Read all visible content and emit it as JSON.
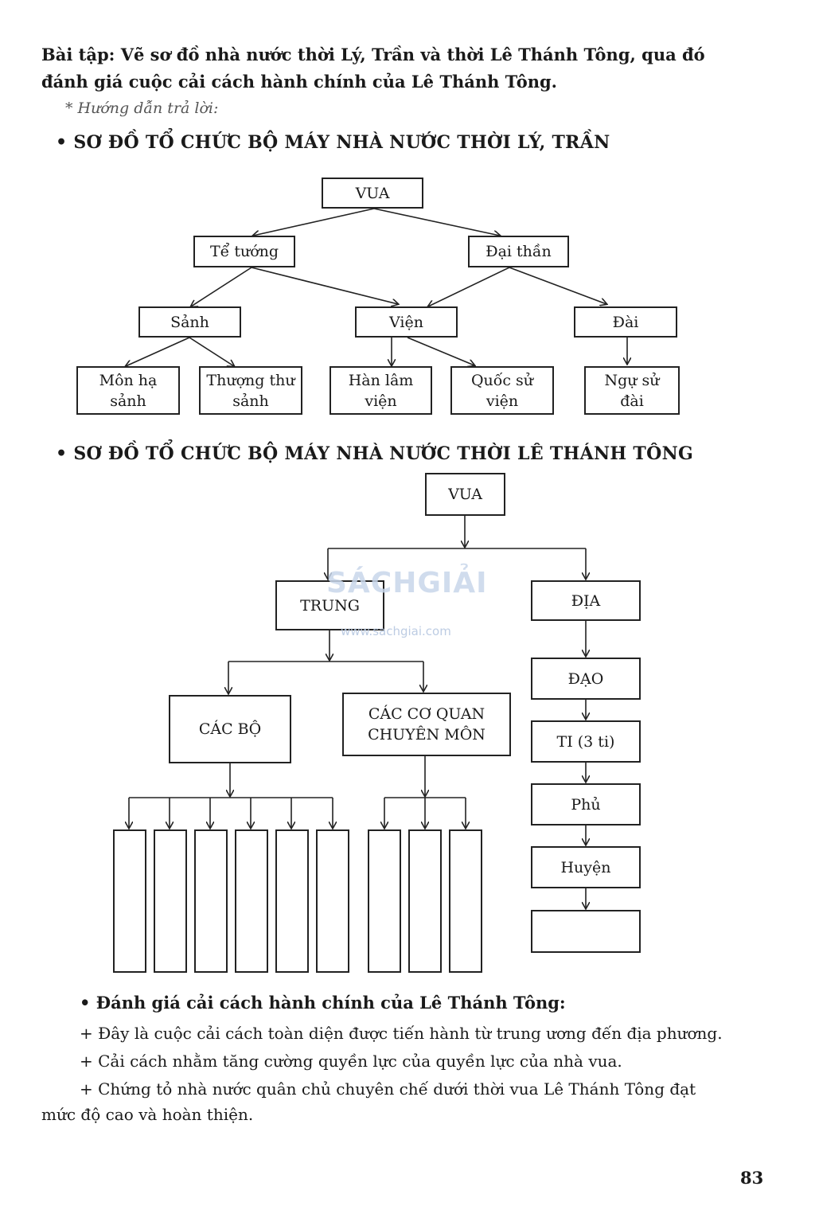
{
  "exercise": {
    "label": "Bài tập:",
    "line1": "Bài tập: Vẽ sơ đồ nhà nước thời  Lý, Trần và thời Lê Thánh Tông, qua đó",
    "line2": "đánh giá cuộc cải cách hành chính của Lê Thánh Tông.",
    "hint": "* Hướng dẫn trả lời:"
  },
  "diagram1": {
    "heading": "• SƠ ĐỒ TỔ CHỨC BỘ MÁY NHÀ NƯỚC THỜI LÝ, TRẦN",
    "vua": "VUA",
    "te_tuong": "Tể tướng",
    "dai_than": "Đại thần",
    "sanh": "Sảnh",
    "vien": "Viện",
    "dai": "Đài",
    "mon_ha_sanh": [
      "Môn hạ",
      "sảnh"
    ],
    "thuong_thu_sanh": [
      "Thượng thư",
      "sảnh"
    ],
    "han_lam_vien": [
      "Hàn lâm",
      "viện"
    ],
    "quoc_su_vien": [
      "Quốc sử",
      "viện"
    ],
    "ngu_su_dai": [
      "Ngự sử",
      "đài"
    ]
  },
  "diagram2": {
    "heading": "• SƠ ĐỒ TỔ CHỨC BỘ MÁY NHÀ NƯỚC THỜI LÊ THÁNH TÔNG",
    "vua": "VUA",
    "trung": "TRUNG",
    "dia": "ĐỊA",
    "dao": "ĐẠO",
    "ti": "TI (3 ti)",
    "phu": "Phủ",
    "huyen": "Huyện",
    "cac_bo": "CÁC BỘ",
    "co_quan": [
      "CÁC CƠ QUAN",
      "CHUYÊN MÔN"
    ]
  },
  "watermark": {
    "logo": "SÁCHGIẢI",
    "url": "www.sachgiai.com"
  },
  "evaluation": {
    "title": "• Đánh giá cải cách hành chính của Lê Thánh Tông:",
    "point1": "+ Đây là cuộc cải cách toàn diện được tiến hành từ trung ương đến địa phương.",
    "point2": "+ Cải cách nhằm tăng cường quyền lực của quyền lực của nhà vua.",
    "point3_line1": "+ Chứng tỏ nhà nước quân chủ chuyên chế dưới thời vua Lê Thánh Tông đạt",
    "point3_line2": "mức độ cao và hoàn thiện."
  },
  "page_number": "83"
}
